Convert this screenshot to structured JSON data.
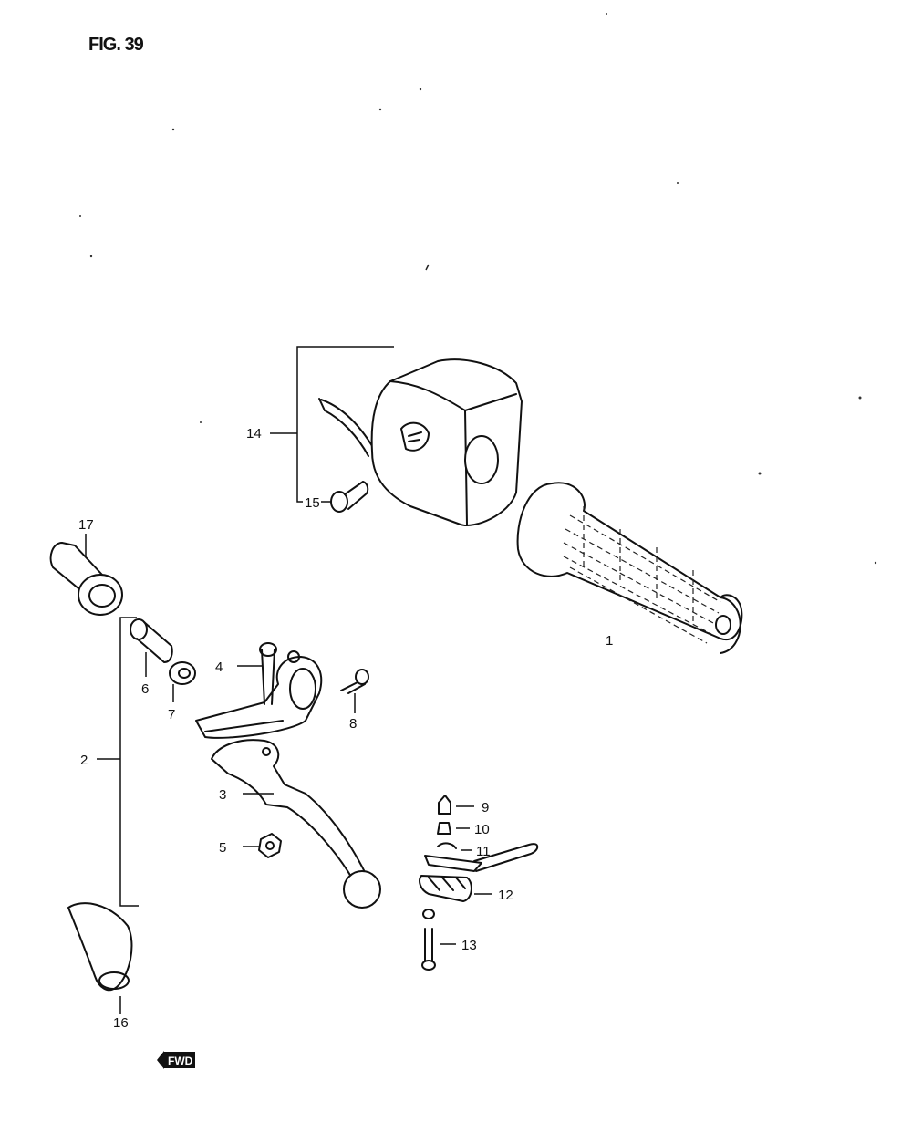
{
  "figure": {
    "title": "FIG. 39"
  },
  "callouts": {
    "c1": "1",
    "c2": "2",
    "c3": "3",
    "c4": "4",
    "c5": "5",
    "c6": "6",
    "c7": "7",
    "c8": "8",
    "c9": "9",
    "c10": "10",
    "c11": "11",
    "c12": "12",
    "c13": "13",
    "c14": "14",
    "c15": "15",
    "c16": "16",
    "c17": "17"
  },
  "fwd_badge": "FWD",
  "icons": {
    "fwd": "arrow-left-icon"
  }
}
